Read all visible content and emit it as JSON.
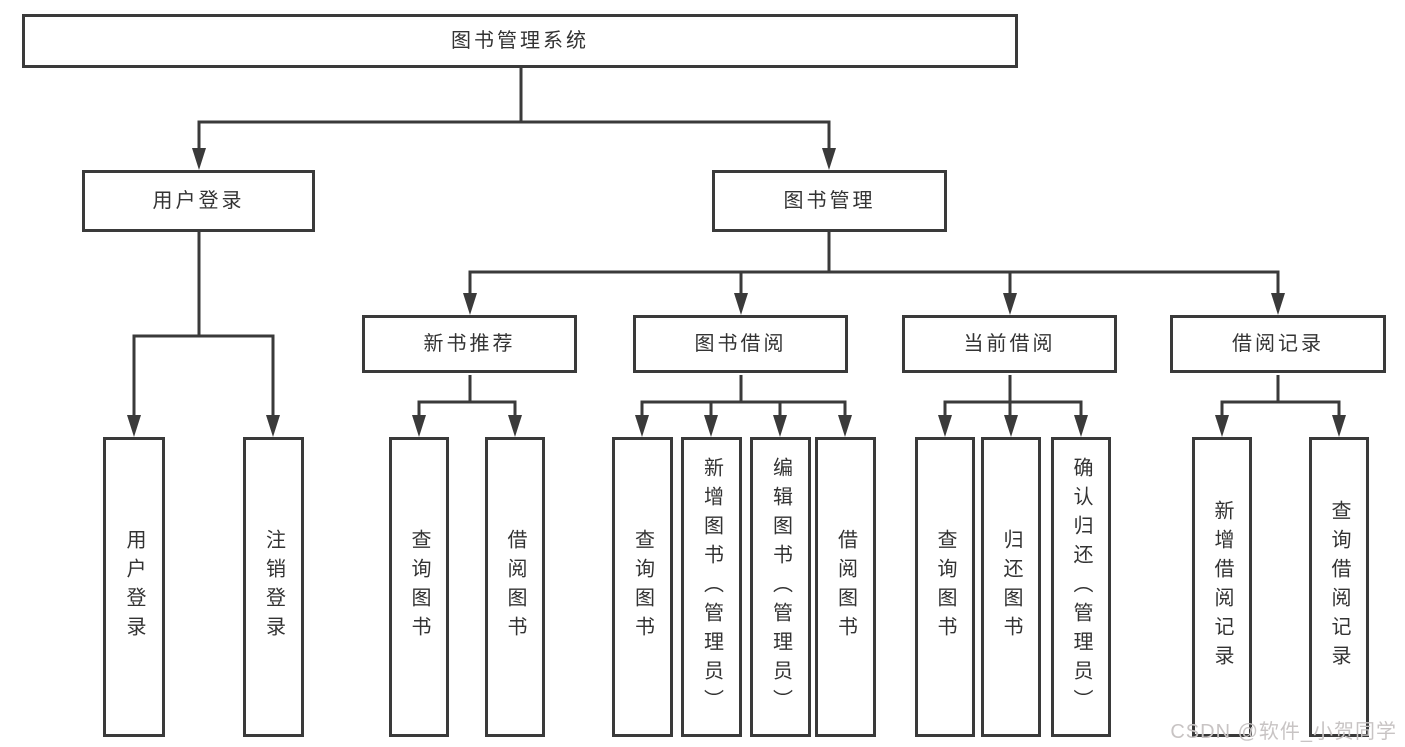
{
  "diagram": {
    "root": {
      "label": "图书管理系统"
    },
    "branches": [
      {
        "label": "用户登录",
        "children": [
          {
            "label": "用户登录"
          },
          {
            "label": "注销登录"
          }
        ]
      },
      {
        "label": "图书管理",
        "children": [
          {
            "label": "新书推荐",
            "children": [
              {
                "label": "查询图书"
              },
              {
                "label": "借阅图书"
              }
            ]
          },
          {
            "label": "图书借阅",
            "children": [
              {
                "label": "查询图书"
              },
              {
                "label": "新增图书（管理员）"
              },
              {
                "label": "编辑图书（管理员）"
              },
              {
                "label": "借阅图书"
              }
            ]
          },
          {
            "label": "当前借阅",
            "children": [
              {
                "label": "查询图书"
              },
              {
                "label": "归还图书"
              },
              {
                "label": "确认归还（管理员）"
              }
            ]
          },
          {
            "label": "借阅记录",
            "children": [
              {
                "label": "新增借阅记录"
              },
              {
                "label": "查询借阅记录"
              }
            ]
          }
        ]
      }
    ],
    "watermark": "CSDN @软件_小贺同学",
    "colors": {
      "line": "#3a3a3a",
      "text": "#333333",
      "background": "#ffffff",
      "watermark": "#c8c4c4"
    }
  }
}
